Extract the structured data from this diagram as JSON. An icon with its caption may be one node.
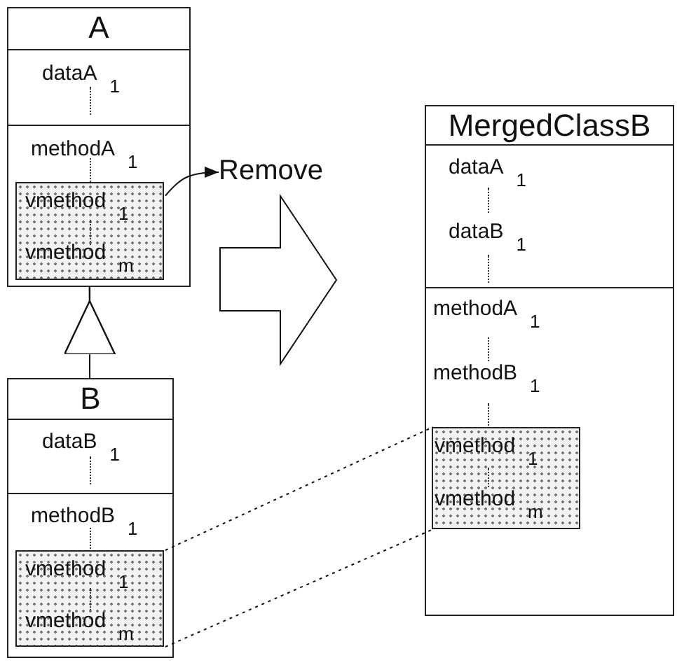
{
  "diagram": {
    "nodes": [
      {
        "text": [
          "A"
        ]
      },
      {
        "text": [
          "dataA$_{1}$"
        ],
        "in": 0
      },
      {
        "text": [
          "methodA$_{1}$"
        ],
        "in": 0
      },
      {
        "text": [
          "vmethod$_{1}$",
          "vmethod$_{m}$"
        ],
        "in": 2
      },
      {
        "text": [
          "Remove"
        ]
      },
      {
        "text": [
          "B"
        ]
      },
      {
        "text": [
          "dataB$_{1}$"
        ],
        "in": 5
      },
      {
        "text": [
          "methodB$_{1}$"
        ],
        "in": 5
      },
      {
        "text": [
          "vmethod$_{1}$",
          "vmethod$_{m}$"
        ],
        "in": 7
      },
      {
        "text": [
          "MergedClassB"
        ]
      },
      {
        "text": [
          "dataA$_{1}$",
          "dataB$_{1}$"
        ],
        "in": 9
      },
      {
        "text": [
          "methodA$_{1}$",
          "methodB$_{1}$"
        ],
        "in": 9
      },
      {
        "text": [
          "vmethod$_{1}$",
          "vmethod$_{m}$"
        ],
        "in": 11
      }
    ],
    "edges": [
      {
        "from": 3,
        "to": 4,
        "arrow": "to"
      },
      {
        "from": 5,
        "to": 0,
        "arrow": "to"
      },
      {
        "from": 8,
        "to": 12,
        "arrow": "none",
        "style": "dashed"
      },
      {
        "from": 8,
        "to": 12,
        "arrow": "none",
        "style": "dashed"
      }
    ]
  }
}
